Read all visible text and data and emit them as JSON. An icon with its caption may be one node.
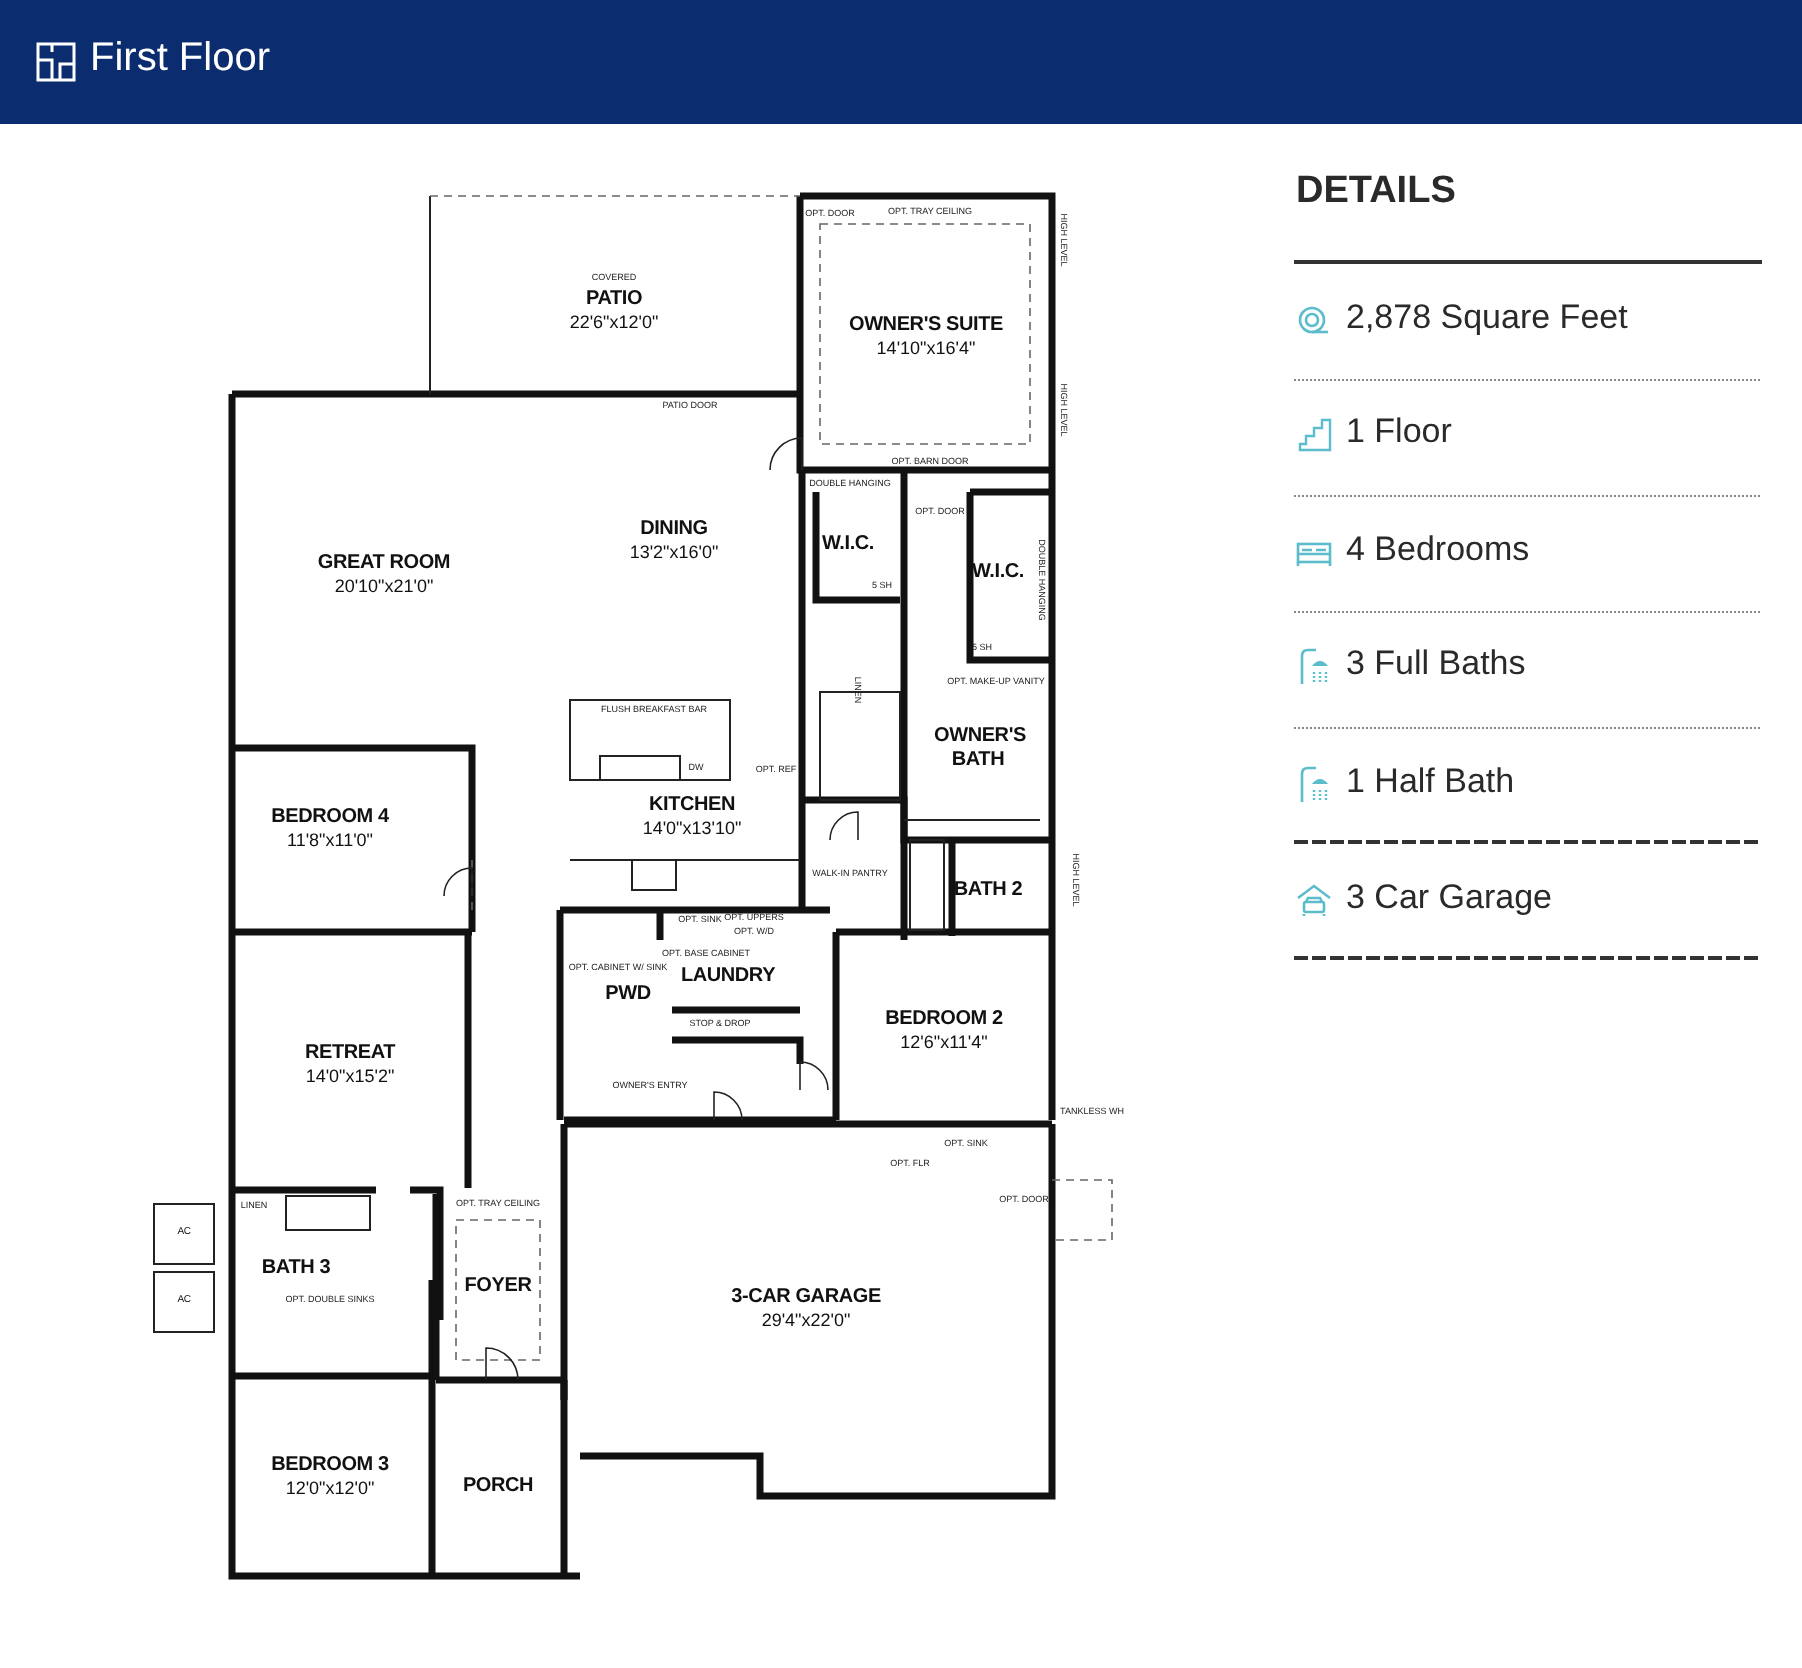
{
  "diagram": {
    "title": "First Floor",
    "nodes": [
      {
        "text": [
          "PATIO",
          "22'6\"x12'0\""
        ]
      },
      {
        "text": [
          "OWNER'S SUITE",
          "14'10\"x16'4\""
        ]
      },
      {
        "text": [
          "GREAT ROOM",
          "20'10\"x21'0\""
        ]
      },
      {
        "text": [
          "DINING",
          "13'2\"x16'0\""
        ]
      },
      {
        "text": [
          "W.I.C."
        ]
      },
      {
        "text": [
          "W.I.C."
        ]
      },
      {
        "text": [
          "OWNER'S BATH"
        ]
      },
      {
        "text": [
          "BEDROOM 4",
          "11'8\"x11'0\""
        ]
      },
      {
        "text": [
          "KITCHEN",
          "14'0\"x13'10\""
        ]
      },
      {
        "text": [
          "BATH 2"
        ]
      },
      {
        "text": [
          "LAUNDRY"
        ]
      },
      {
        "text": [
          "PWD"
        ]
      },
      {
        "text": [
          "BEDROOM 2",
          "12'6\"x11'4\""
        ]
      },
      {
        "text": [
          "RETREAT",
          "14'0\"x15'2\""
        ]
      },
      {
        "text": [
          "BATH 3"
        ]
      },
      {
        "text": [
          "FOYER"
        ]
      },
      {
        "text": [
          "3-CAR GARAGE",
          "29'4\"x22'0\""
        ]
      },
      {
        "text": [
          "BEDROOM 3",
          "12'0\"x12'0\""
        ]
      },
      {
        "text": [
          "PORCH"
        ]
      },
      {
        "text": [
          "AC"
        ]
      },
      {
        "text": [
          "AC"
        ]
      }
    ],
    "edges": [],
    "labels": [
      "COVERED",
      "OPT. DOOR",
      "OPT. TRAY CEILING",
      "HIGH LEVEL",
      "HIGH LEVEL",
      "PATIO DOOR",
      "OPT. BARN DOOR",
      "DOUBLE HANGING",
      "OPT. DOOR",
      "5 SH",
      "DOUBLE HANGING",
      "5 SH",
      "OPT. MAKE-UP VANITY",
      "LINEN",
      "FLUSH BREAKFAST BAR",
      "DW",
      "OPT. REF",
      "WALK-IN PANTRY",
      "HIGH LEVEL",
      "OPT. SINK",
      "OPT. UPPERS",
      "OPT. W/D",
      "OPT. BASE CABINET",
      "OPT. CABINET W/ SINK",
      "STOP & DROP",
      "OWNER'S ENTRY",
      "TANKLESS WH",
      "OPT. FLR",
      "OPT. SINK",
      "OPT. DOOR",
      "LINEN",
      "OPT. DOUBLE SINKS",
      "OPT. TRAY CEILING",
      "DETAILS",
      "2,878 Square Feet",
      "1 Floor",
      "4 Bedrooms",
      "3 Full Baths",
      "1 Half Bath",
      "3 Car Garage"
    ]
  }
}
